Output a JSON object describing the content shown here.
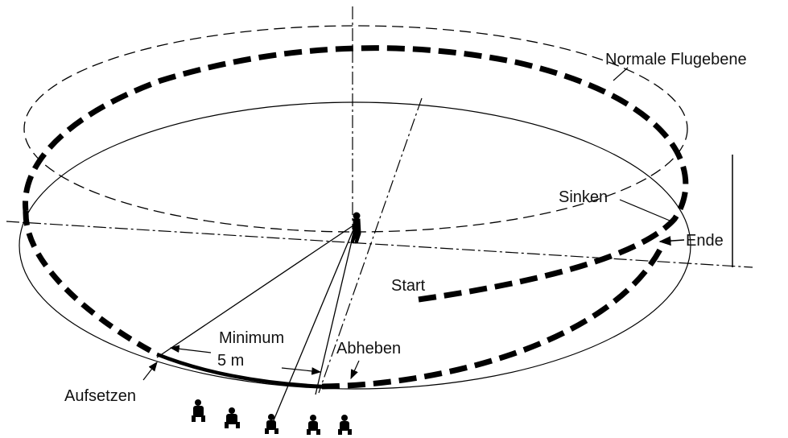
{
  "labels": {
    "normal_plane": "Normale Flugebene",
    "sinking": "Sinken",
    "end": "Ende",
    "start": "Start",
    "minimum": "Minimum",
    "five_m": "5 m",
    "lift_off": "Abheben",
    "touchdown": "Aufsetzen"
  }
}
